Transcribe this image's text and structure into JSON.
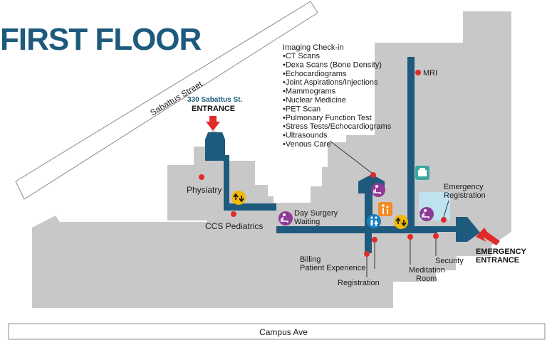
{
  "title": "FIRST FLOOR",
  "streets": {
    "sabattus": "Sabattus Street",
    "campus": "Campus Ave"
  },
  "entrances": {
    "main_address": "330 Sabattus St.",
    "main_label": "ENTRANCE",
    "emergency_line1": "EMERGENCY",
    "emergency_line2": "ENTRANCE"
  },
  "imaging": {
    "heading": "Imaging Check-in",
    "items": [
      "CT Scans",
      "Dexa Scans (Bone Density)",
      "Echocardiograms",
      "Joint Aspirations/Injections",
      "Mammograms",
      "Nuclear Medicine",
      "PET Scan",
      "Pulmonary Function Test",
      "Stress Tests/Echocardiograms",
      "Ultrasounds",
      "Venous Care"
    ]
  },
  "locations": {
    "mri": "MRI",
    "physiatry": "Physiatry",
    "ccs_pediatrics": "CCS Pediatrics",
    "day_surgery_1": "Day Surgery",
    "day_surgery_2": "Waiting",
    "emergency_reg_1": "Emergency",
    "emergency_reg_2": "Registration",
    "billing_1": "Billing",
    "billing_2": "Patient Experience",
    "registration": "Registration",
    "meditation_1": "Meditation",
    "meditation_2": "Room",
    "security": "Security"
  },
  "colors": {
    "route": "#1d5a7d",
    "building": "#c8c8c8",
    "marker": "#e02b2b",
    "arrow": "#e02b2b",
    "elevator": "#f2b705",
    "waiting_icon": "#8e3a96",
    "restroom": "#1a7fc1",
    "family": "#f28c28",
    "lab": "#3aa8a0",
    "light_blue": "#bfe2ef"
  },
  "icons": {
    "elevator": "elevator-icon",
    "waiting": "waiting-room-icon",
    "restroom": "restroom-icon",
    "family": "family-restroom-icon",
    "lab": "lab-icon"
  }
}
